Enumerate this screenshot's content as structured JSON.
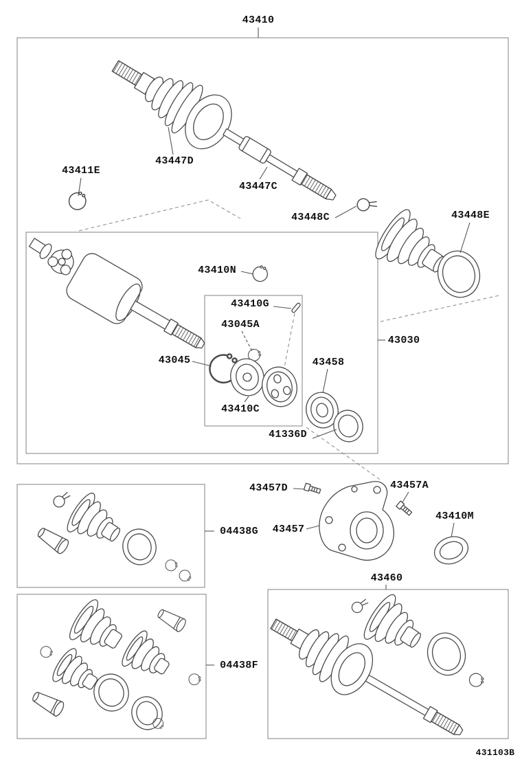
{
  "diagram": {
    "title_part": "43410",
    "footer_code": "431103B"
  },
  "labels": {
    "p43410": "43410",
    "p43411E": "43411E",
    "p43447D": "43447D",
    "p43447C": "43447C",
    "p43448C": "43448C",
    "p43448E": "43448E",
    "p43410N": "43410N",
    "p43410G": "43410G",
    "p43045A": "43045A",
    "p43030": "43030",
    "p43045": "43045",
    "p43458": "43458",
    "p43410C": "43410C",
    "p41336D": "41336D",
    "p43457D": "43457D",
    "p43457A": "43457A",
    "p04438G": "04438G",
    "p43457": "43457",
    "p43410M": "43410M",
    "p43460": "43460",
    "p04438F": "04438F"
  },
  "colors": {
    "line": "#4a4a4a",
    "box_border": "#8c8c8c",
    "background": "#ffffff",
    "text": "#111111"
  }
}
